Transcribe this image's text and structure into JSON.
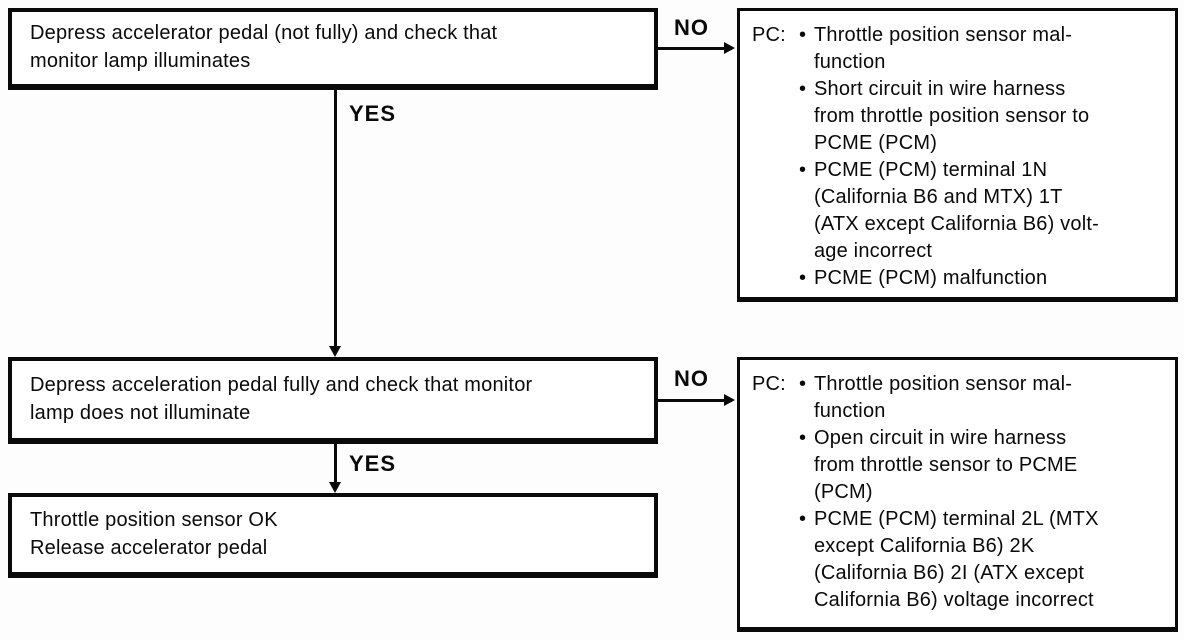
{
  "diagram": {
    "type": "troubleshooting-flowchart",
    "labels": {
      "yes": "YES",
      "no": "NO",
      "bullet": "•"
    },
    "steps": [
      {
        "text": "Depress accelerator pedal (not fully) and check that\nmonitor lamp illuminates"
      },
      {
        "text": "Depress acceleration pedal fully and check that monitor\nlamp does not illuminate"
      },
      {
        "text": "Throttle position sensor OK\nRelease accelerator pedal"
      }
    ],
    "pc_boxes": [
      {
        "prefix": "PC:",
        "items": [
          "Throttle position sensor mal-\nfunction",
          "Short circuit in wire harness\nfrom throttle position sensor to\nPCME (PCM)",
          "PCME (PCM) terminal 1N\n(California B6 and MTX) 1T\n(ATX except California B6) volt-\nage incorrect",
          "PCME (PCM) malfunction"
        ]
      },
      {
        "prefix": "PC:",
        "items": [
          "Throttle position sensor mal-\nfunction",
          "Open circuit in wire harness\nfrom throttle sensor to PCME\n(PCM)",
          "PCME (PCM) terminal 2L (MTX\nexcept California B6) 2K\n(California B6) 2I (ATX except\nCalifornia B6) voltage incorrect"
        ]
      }
    ]
  }
}
